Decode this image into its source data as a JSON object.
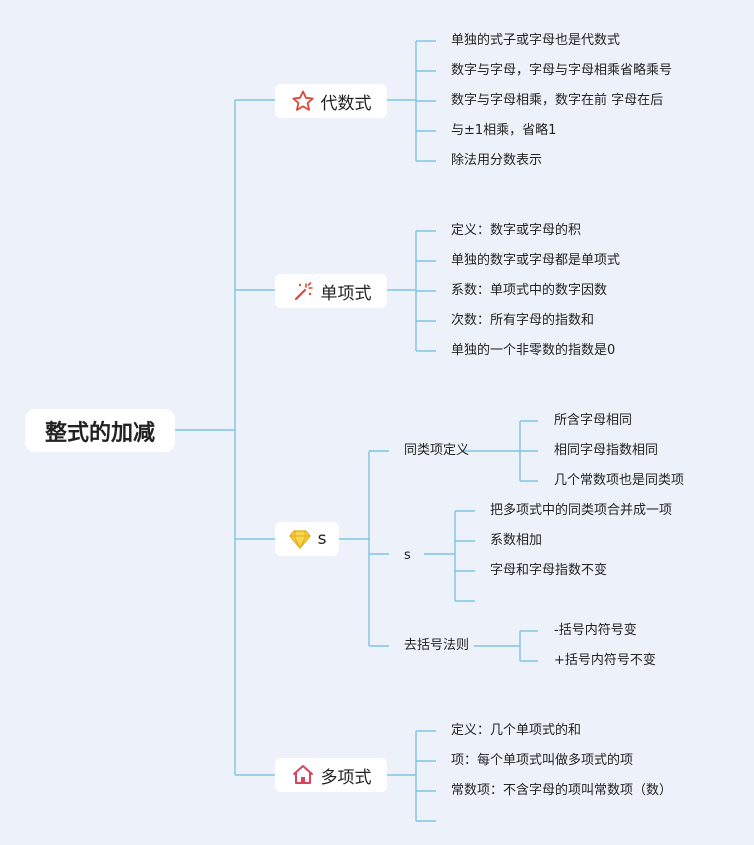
{
  "root": {
    "label": "整式的加减"
  },
  "branches": [
    {
      "label": "代数式",
      "icon": "star-icon",
      "items": [
        "单独的式子或字母也是代数式",
        "数字与字母，字母与字母相乘省略乘号",
        "数字与字母相乘，数字在前 字母在后",
        "与±1相乘，省略1",
        "除法用分数表示"
      ]
    },
    {
      "label": "单项式",
      "icon": "magic-wand-icon",
      "items": [
        "定义：数字或字母的积",
        "单独的数字或字母都是单项式",
        "系数：单项式中的数字因数",
        "次数：所有字母的指数和",
        "单独的一个非零数的指数是0"
      ]
    },
    {
      "label": "s",
      "icon": "diamond-icon",
      "subs": [
        {
          "label": "同类项定义",
          "items": [
            "所含字母相同",
            "相同字母指数相同",
            "几个常数项也是同类项"
          ]
        },
        {
          "label": "s",
          "items": [
            "把多项式中的同类项合并成一项",
            "系数相加",
            "字母和字母指数不变",
            ""
          ]
        },
        {
          "label": "去括号法则",
          "items": [
            "-括号内符号变",
            "+括号内符号不变"
          ]
        }
      ]
    },
    {
      "label": "多项式",
      "icon": "house-icon",
      "items": [
        "定义：几个单项式的和",
        "项：每个单项式叫做多项式的项",
        "常数项：不含字母的项叫常数项（数）",
        ""
      ]
    }
  ],
  "colors": {
    "line": "#7ec4e2",
    "background": "#edf2fa",
    "star": "#e0443b",
    "wand": "#e0443b",
    "diamond": "#f2c232",
    "house": "#d8445b"
  }
}
